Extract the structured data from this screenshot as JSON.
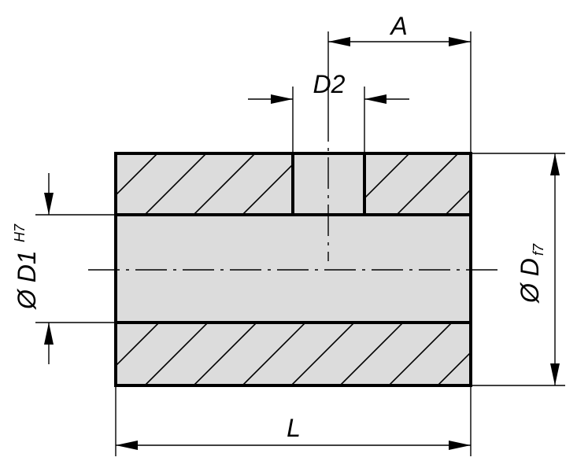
{
  "labels": {
    "a": "A",
    "d2": "D2",
    "d1_prefix": "Ø D1",
    "d1_tol": "H7",
    "d_prefix": "Ø D",
    "d_tol": "f7",
    "l": "L"
  },
  "colors": {
    "fill": "#dcdcdc",
    "line": "#000000"
  }
}
